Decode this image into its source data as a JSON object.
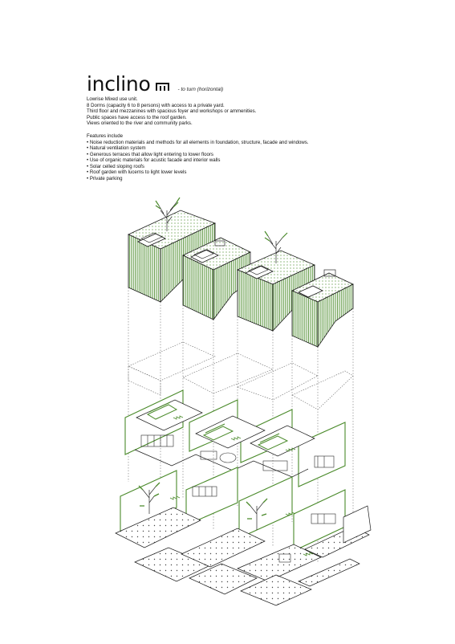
{
  "header": {
    "title": "inclino",
    "title_glyph": "stair-step-glyph",
    "subtitle": "- to turn (horizontal)"
  },
  "description": [
    "Lowrise Mixed use unit.",
    "8 Dorms (capacity 6 to 8 persons) with access to a private yard.",
    " Third floor and mezzanines with spacious foyer and workshops or ammenities.",
    "Public spaces have access to the roof garden.",
    "Views oriented to the river and community parks."
  ],
  "features": {
    "heading": "Features include",
    "items": [
      "• Noise reduction materials and methods for all elements in foundation, structure, facade and windows.",
      "• Natural ventilation system",
      "• Generous terraces that allow light entering to lower floors",
      "• Use of organic materials for acustic facade and interior walls",
      "•  Solar celled sloping roofs",
      "•  Roof garden with lucerns to light lower levels",
      "•  Private parking"
    ]
  },
  "colors": {
    "accent_green": "#4a8a2a",
    "light_green": "#8fbf6a",
    "line_black": "#1a1a1a",
    "background": "#ffffff"
  },
  "layers": [
    "roof-layer",
    "sloped-slab-layer",
    "upper-floor-layer",
    "ground-floor-layer"
  ]
}
